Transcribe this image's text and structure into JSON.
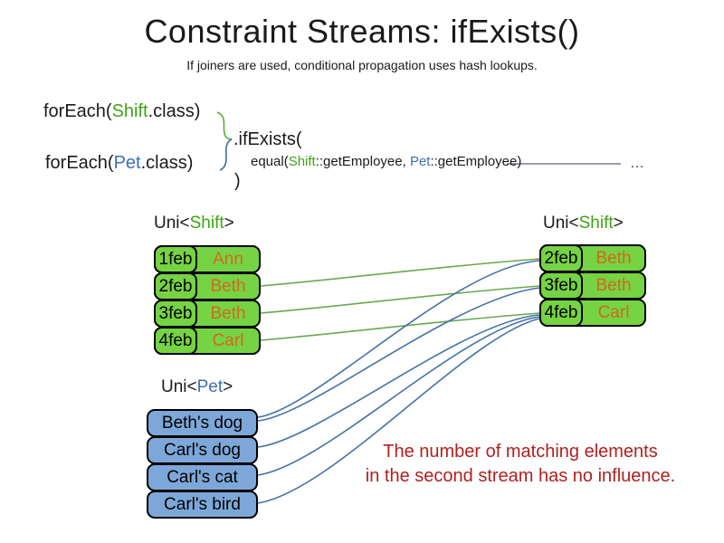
{
  "title": "Constraint Streams: ifExists()",
  "subtitle": "If joiners are used, conditional propagation uses hash lookups.",
  "code": {
    "foreach_shift": {
      "pre": "forEach(",
      "type": "Shift",
      "post": ".class)"
    },
    "foreach_pet": {
      "pre": "forEach(",
      "type": "Pet",
      "post": ".class)"
    },
    "if_exists": ".ifExists(",
    "equal": {
      "pre": "equal(",
      "type1": "Shift",
      "mid": "::getEmployee, ",
      "type2": "Pet",
      "post": "::getEmployee)"
    },
    "close_paren": ")",
    "ellipsis": "…"
  },
  "left_shift_table": {
    "label": {
      "pre": "Uni<",
      "type": "Shift",
      "post": ">"
    },
    "rows": [
      {
        "date": "1feb",
        "name": "Ann"
      },
      {
        "date": "2feb",
        "name": "Beth"
      },
      {
        "date": "3feb",
        "name": "Beth"
      },
      {
        "date": "4feb",
        "name": "Carl"
      }
    ]
  },
  "right_shift_table": {
    "label": {
      "pre": "Uni<",
      "type": "Shift",
      "post": ">"
    },
    "rows": [
      {
        "date": "2feb",
        "name": "Beth"
      },
      {
        "date": "3feb",
        "name": "Beth"
      },
      {
        "date": "4feb",
        "name": "Carl"
      }
    ]
  },
  "pet_list": {
    "label": {
      "pre": "Uni<",
      "type": "Pet",
      "post": ">"
    },
    "items": [
      "Beth's dog",
      "Carl's dog",
      "Carl's cat",
      "Carl's bird"
    ]
  },
  "note": {
    "line1": "The number of matching elements",
    "line2": "in the second stream has no influence."
  },
  "colors": {
    "shift_green": "#3fa315",
    "pet_blue": "#3c6eb4",
    "box_green": "#76d343",
    "box_blue": "#7da7d8",
    "name_orange": "#d2691e",
    "line_green": "#6aa84f",
    "line_blue": "#4472a8",
    "note_red": "#b02020",
    "connector_gray_purple": "#6b5a7d"
  }
}
